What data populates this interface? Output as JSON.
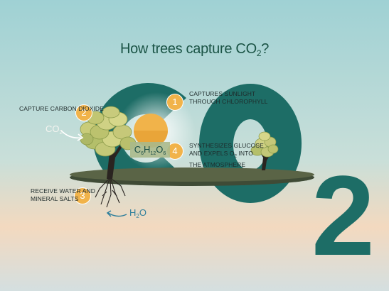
{
  "title": {
    "main": "How trees capture CO",
    "sub": "2",
    "end": "?"
  },
  "steps": [
    {
      "number": "1",
      "lines": [
        "CAPTURES SUNLIGHT",
        "THROUGH CHLOROPHYLL"
      ]
    },
    {
      "number": "2",
      "lines": [
        "CAPTURE CARBON DIOXIDE"
      ]
    },
    {
      "number": "3",
      "lines": [
        "RECEIVE WATER AND",
        "MINERAL SALTS"
      ]
    },
    {
      "number": "4",
      "lines": [
        "SYNTHESIZES GLUCOSE",
        "AND EXPELS O",
        "2",
        " INTO",
        "THE ATMOSPHERE"
      ]
    }
  ],
  "co2_label": {
    "main": "CO",
    "sub": "2"
  },
  "h2o_label": {
    "pre": "H",
    "sub": "2",
    "post": "O"
  },
  "glucose": {
    "c": "C",
    "c_n": "6",
    "h": "H",
    "h_n": "12",
    "o": "O",
    "o_n": "6"
  },
  "big_number": "2",
  "colors": {
    "teal": "#1d6d66",
    "orange": "#f1b34a",
    "title": "#1b5446"
  }
}
